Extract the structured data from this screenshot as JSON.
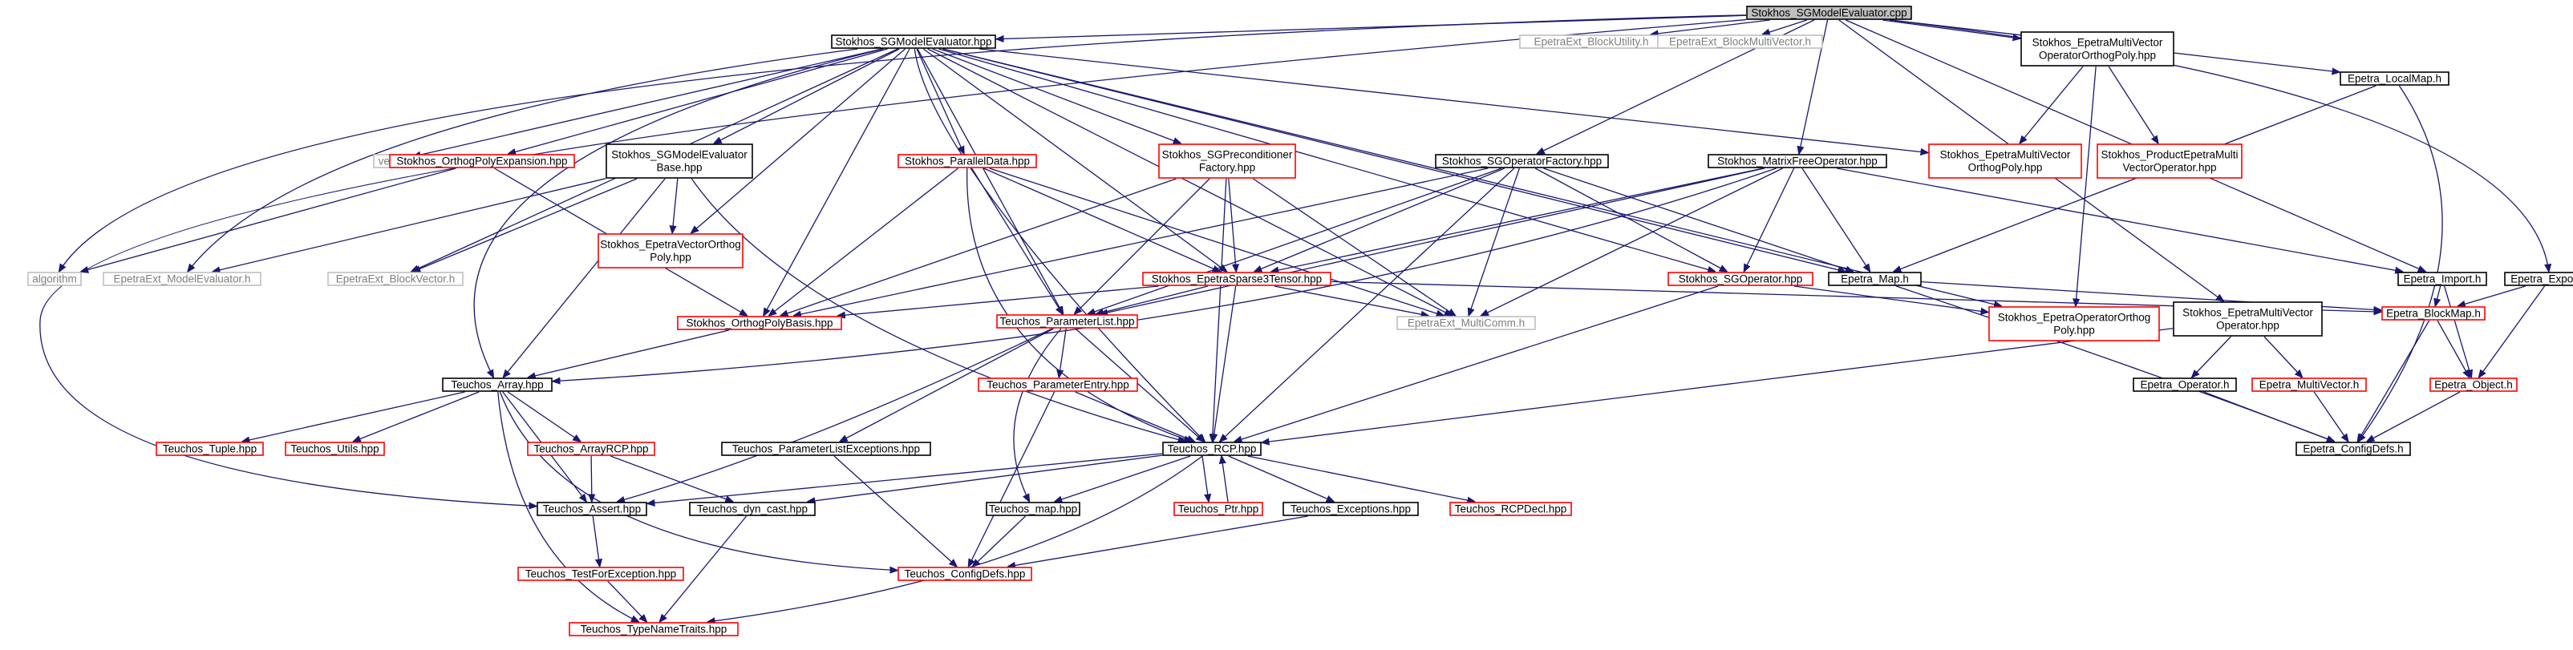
{
  "diagram": {
    "colors": {
      "root_fill": "#bfbfbf",
      "black_border": "#000000",
      "red_border": "#ff0000",
      "gray_border": "#bfbfbf",
      "gray_text": "#7f7f7f",
      "edge": "#191970"
    },
    "nodes": [
      {
        "id": "root",
        "label": "Stokhos_SGModelEvaluator.cpp",
        "style": "root"
      },
      {
        "id": "sgme_hpp",
        "label": "Stokhos_SGModelEvaluator.hpp",
        "style": "black"
      },
      {
        "id": "blockutil",
        "label": "EpetraExt_BlockUtility.h",
        "style": "gray"
      },
      {
        "id": "blockmv",
        "label": "EpetraExt_BlockMultiVector.h",
        "style": "gray"
      },
      {
        "id": "emvopop",
        "label": [
          "Stokhos_EpetraMultiVector",
          "OperatorOrthogPoly.hpp"
        ],
        "style": "black"
      },
      {
        "id": "localmap",
        "label": "Epetra_LocalMap.h",
        "style": "black"
      },
      {
        "id": "vector",
        "label": "vector",
        "style": "gray"
      },
      {
        "id": "opexp",
        "label": "Stokhos_OrthogPolyExpansion.hpp",
        "style": "red"
      },
      {
        "id": "sgmebase",
        "label": [
          "Stokhos_SGModelEvaluator",
          "Base.hpp"
        ],
        "style": "black"
      },
      {
        "id": "pardata",
        "label": "Stokhos_ParallelData.hpp",
        "style": "red"
      },
      {
        "id": "sgprec",
        "label": [
          "Stokhos_SGPreconditioner",
          "Factory.hpp"
        ],
        "style": "red"
      },
      {
        "id": "sgopfac",
        "label": "Stokhos_SGOperatorFactory.hpp",
        "style": "black"
      },
      {
        "id": "mfo",
        "label": "Stokhos_MatrixFreeOperator.hpp",
        "style": "black"
      },
      {
        "id": "emvop",
        "label": [
          "Stokhos_EpetraMultiVector",
          "OrthogPoly.hpp"
        ],
        "style": "red"
      },
      {
        "id": "prodemvo",
        "label": [
          "Stokhos_ProductEpetraMulti",
          "VectorOperator.hpp"
        ],
        "style": "red"
      },
      {
        "id": "algorithm",
        "label": "algorithm",
        "style": "gray"
      },
      {
        "id": "modeleval",
        "label": "EpetraExt_ModelEvaluator.h",
        "style": "gray"
      },
      {
        "id": "blockvec",
        "label": "EpetraExt_BlockVector.h",
        "style": "gray"
      },
      {
        "id": "evop",
        "label": [
          "Stokhos_EpetraVectorOrthog",
          "Poly.hpp"
        ],
        "style": "red"
      },
      {
        "id": "es3t",
        "label": "Stokhos_EpetraSparse3Tensor.hpp",
        "style": "red"
      },
      {
        "id": "sgop",
        "label": "Stokhos_SGOperator.hpp",
        "style": "red"
      },
      {
        "id": "emap",
        "label": "Epetra_Map.h",
        "style": "black"
      },
      {
        "id": "eimport",
        "label": "Epetra_Import.h",
        "style": "black"
      },
      {
        "id": "eexport",
        "label": "Epetra_Export.h",
        "style": "black"
      },
      {
        "id": "opb",
        "label": "Stokhos_OrthogPolyBasis.hpp",
        "style": "red"
      },
      {
        "id": "plist",
        "label": "Teuchos_ParameterList.hpp",
        "style": "red"
      },
      {
        "id": "multicomm",
        "label": "EpetraExt_MultiComm.h",
        "style": "gray"
      },
      {
        "id": "eopop",
        "label": [
          "Stokhos_EpetraOperatorOrthog",
          "Poly.hpp"
        ],
        "style": "red"
      },
      {
        "id": "emvo",
        "label": [
          "Stokhos_EpetraMultiVector",
          "Operator.hpp"
        ],
        "style": "black"
      },
      {
        "id": "blockmap",
        "label": "Epetra_BlockMap.h",
        "style": "red"
      },
      {
        "id": "tarray",
        "label": "Teuchos_Array.hpp",
        "style": "black"
      },
      {
        "id": "pentry",
        "label": "Teuchos_ParameterEntry.hpp",
        "style": "red"
      },
      {
        "id": "eoperator",
        "label": "Epetra_Operator.h",
        "style": "black"
      },
      {
        "id": "emultivec",
        "label": "Epetra_MultiVector.h",
        "style": "red"
      },
      {
        "id": "eobject",
        "label": "Epetra_Object.h",
        "style": "red"
      },
      {
        "id": "ttuple",
        "label": "Teuchos_Tuple.hpp",
        "style": "red"
      },
      {
        "id": "tutils",
        "label": "Teuchos_Utils.hpp",
        "style": "red"
      },
      {
        "id": "tarcp",
        "label": "Teuchos_ArrayRCP.hpp",
        "style": "red"
      },
      {
        "id": "plistexc",
        "label": "Teuchos_ParameterListExceptions.hpp",
        "style": "black"
      },
      {
        "id": "trcp",
        "label": "Teuchos_RCP.hpp",
        "style": "black"
      },
      {
        "id": "econfig",
        "label": "Epetra_ConfigDefs.h",
        "style": "black"
      },
      {
        "id": "tassert",
        "label": "Teuchos_Assert.hpp",
        "style": "black"
      },
      {
        "id": "tdyncast",
        "label": "Teuchos_dyn_cast.hpp",
        "style": "black"
      },
      {
        "id": "tmap",
        "label": "Teuchos_map.hpp",
        "style": "black"
      },
      {
        "id": "tptr",
        "label": "Teuchos_Ptr.hpp",
        "style": "red"
      },
      {
        "id": "texc",
        "label": "Teuchos_Exceptions.hpp",
        "style": "black"
      },
      {
        "id": "trcpdecl",
        "label": "Teuchos_RCPDecl.hpp",
        "style": "red"
      },
      {
        "id": "ttfe",
        "label": "Teuchos_TestForException.hpp",
        "style": "red"
      },
      {
        "id": "tconfig",
        "label": "Teuchos_ConfigDefs.hpp",
        "style": "red"
      },
      {
        "id": "ttnt",
        "label": "Teuchos_TypeNameTraits.hpp",
        "style": "red"
      }
    ],
    "edges": [
      [
        "root",
        "sgme_hpp"
      ],
      [
        "root",
        "blockutil"
      ],
      [
        "root",
        "blockmv"
      ],
      [
        "root",
        "emvopop"
      ],
      [
        "root",
        "localmap"
      ],
      [
        "root",
        "sgopfac"
      ],
      [
        "root",
        "mfo"
      ],
      [
        "root",
        "emvo"
      ],
      [
        "root",
        "eimport"
      ],
      [
        "root",
        "eexport"
      ],
      [
        "root",
        "algorithm"
      ],
      [
        "root",
        "tassert"
      ],
      [
        "sgme_hpp",
        "vector"
      ],
      [
        "sgme_hpp",
        "opexp"
      ],
      [
        "sgme_hpp",
        "sgmebase"
      ],
      [
        "sgme_hpp",
        "pardata"
      ],
      [
        "sgme_hpp",
        "sgprec"
      ],
      [
        "sgme_hpp",
        "emvop"
      ],
      [
        "sgme_hpp",
        "modeleval"
      ],
      [
        "sgme_hpp",
        "blockvec"
      ],
      [
        "sgme_hpp",
        "evop"
      ],
      [
        "sgme_hpp",
        "es3t"
      ],
      [
        "sgme_hpp",
        "sgop"
      ],
      [
        "sgme_hpp",
        "emap"
      ],
      [
        "sgme_hpp",
        "opb"
      ],
      [
        "sgme_hpp",
        "plist"
      ],
      [
        "sgme_hpp",
        "multicomm"
      ],
      [
        "sgme_hpp",
        "eopop"
      ],
      [
        "sgme_hpp",
        "tarray"
      ],
      [
        "sgme_hpp",
        "trcp"
      ],
      [
        "opexp",
        "algorithm"
      ],
      [
        "opexp",
        "opb"
      ],
      [
        "sgmebase",
        "modeleval"
      ],
      [
        "sgmebase",
        "blockvec"
      ],
      [
        "sgmebase",
        "evop"
      ],
      [
        "sgmebase",
        "tarray"
      ],
      [
        "sgmebase",
        "trcp"
      ],
      [
        "pardata",
        "es3t"
      ],
      [
        "pardata",
        "opb"
      ],
      [
        "pardata",
        "plist"
      ],
      [
        "pardata",
        "multicomm"
      ],
      [
        "pardata",
        "trcp"
      ],
      [
        "sgprec",
        "es3t"
      ],
      [
        "sgprec",
        "opb"
      ],
      [
        "sgprec",
        "plist"
      ],
      [
        "sgprec",
        "multicomm"
      ],
      [
        "sgprec",
        "trcp"
      ],
      [
        "sgopfac",
        "es3t"
      ],
      [
        "sgopfac",
        "sgop"
      ],
      [
        "sgopfac",
        "emap"
      ],
      [
        "sgopfac",
        "opb"
      ],
      [
        "sgopfac",
        "plist"
      ],
      [
        "sgopfac",
        "multicomm"
      ],
      [
        "sgopfac",
        "trcp"
      ],
      [
        "mfo",
        "es3t"
      ],
      [
        "mfo",
        "sgop"
      ],
      [
        "mfo",
        "emap"
      ],
      [
        "mfo",
        "eimport"
      ],
      [
        "mfo",
        "plist"
      ],
      [
        "mfo",
        "multicomm"
      ],
      [
        "mfo",
        "tarray"
      ],
      [
        "emvopop",
        "emvop"
      ],
      [
        "emvopop",
        "prodemvo"
      ],
      [
        "emvopop",
        "eopop"
      ],
      [
        "localmap",
        "emap"
      ],
      [
        "localmap",
        "econfig"
      ],
      [
        "es3t",
        "opb"
      ],
      [
        "es3t",
        "plist"
      ],
      [
        "es3t",
        "multicomm"
      ],
      [
        "es3t",
        "blockmap"
      ],
      [
        "es3t",
        "trcp"
      ],
      [
        "sgop",
        "eopop"
      ],
      [
        "sgop",
        "trcp"
      ],
      [
        "emap",
        "blockmap"
      ],
      [
        "emap",
        "econfig"
      ],
      [
        "eimport",
        "blockmap"
      ],
      [
        "eimport",
        "eobject"
      ],
      [
        "eexport",
        "blockmap"
      ],
      [
        "eexport",
        "eobject"
      ],
      [
        "opb",
        "tarray"
      ],
      [
        "plist",
        "pentry"
      ],
      [
        "plist",
        "plistexc"
      ],
      [
        "plist",
        "trcp"
      ],
      [
        "plist",
        "tmap"
      ],
      [
        "plist",
        "tassert"
      ],
      [
        "emvo",
        "eoperator"
      ],
      [
        "emvo",
        "emultivec"
      ],
      [
        "emvo",
        "trcp"
      ],
      [
        "blockmap",
        "econfig"
      ],
      [
        "blockmap",
        "eobject"
      ],
      [
        "tarray",
        "ttuple"
      ],
      [
        "tarray",
        "tutils"
      ],
      [
        "tarray",
        "tarcp"
      ],
      [
        "tarray",
        "tassert"
      ],
      [
        "tarray",
        "tconfig"
      ],
      [
        "tarray",
        "ttnt"
      ],
      [
        "pentry",
        "trcp"
      ],
      [
        "pentry",
        "tconfig"
      ],
      [
        "eoperator",
        "econfig"
      ],
      [
        "emultivec",
        "econfig"
      ],
      [
        "eobject",
        "econfig"
      ],
      [
        "tarcp",
        "tassert"
      ],
      [
        "tarcp",
        "tdyncast"
      ],
      [
        "plistexc",
        "tconfig"
      ],
      [
        "trcp",
        "tassert"
      ],
      [
        "trcp",
        "tdyncast"
      ],
      [
        "trcp",
        "tmap"
      ],
      [
        "trcp",
        "tptr"
      ],
      [
        "trcp",
        "texc"
      ],
      [
        "trcp",
        "trcpdecl"
      ],
      [
        "trcp",
        "ttnt"
      ],
      [
        "tptr",
        "trcp"
      ],
      [
        "tassert",
        "ttfe"
      ],
      [
        "tdyncast",
        "ttnt"
      ],
      [
        "tmap",
        "tconfig"
      ],
      [
        "texc",
        "tconfig"
      ],
      [
        "ttfe",
        "ttnt"
      ]
    ]
  }
}
